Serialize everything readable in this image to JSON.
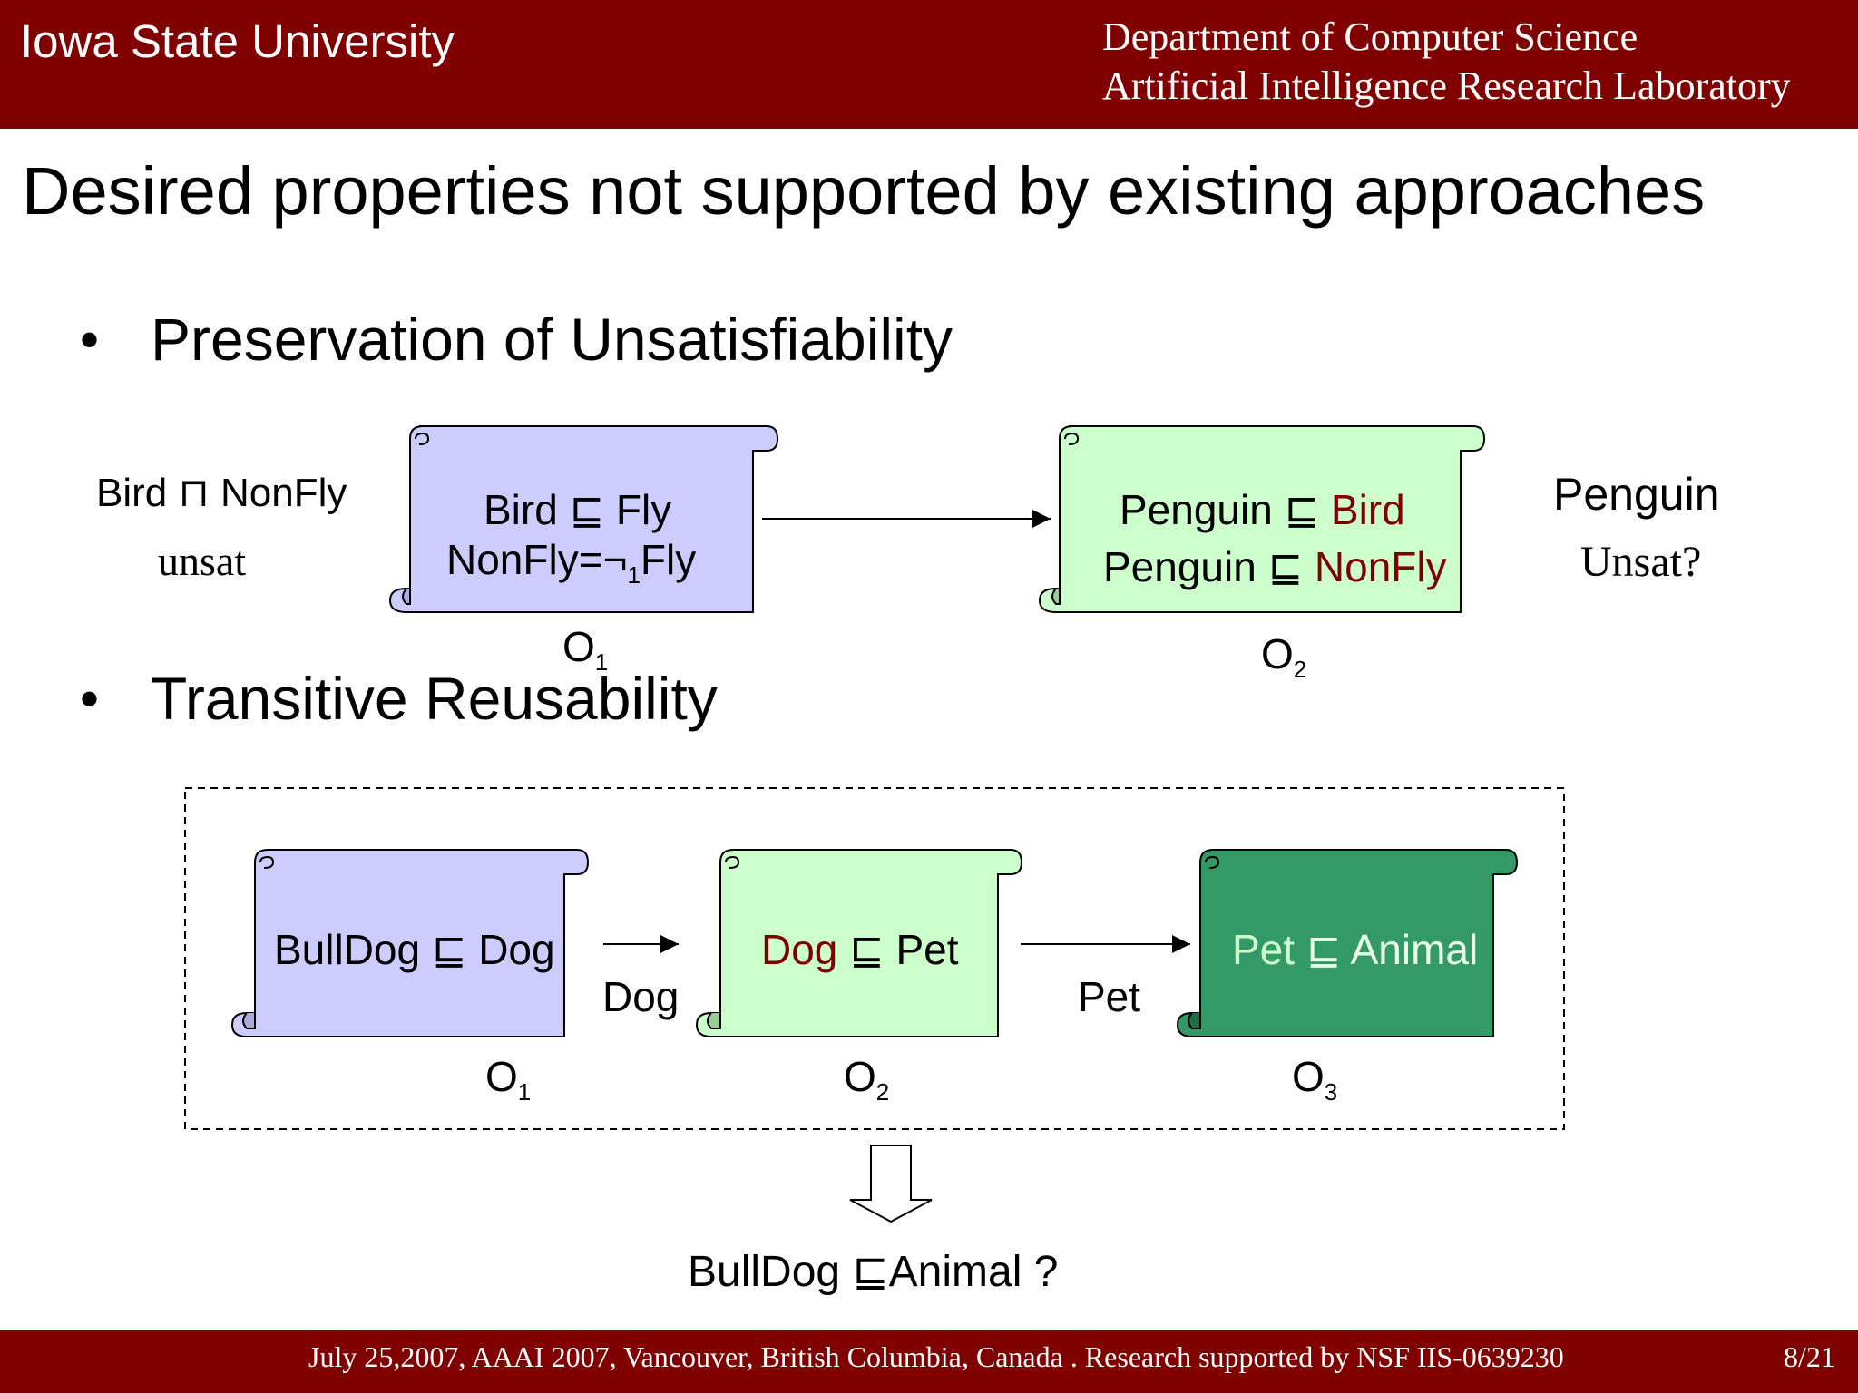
{
  "header": {
    "university": "Iowa State University",
    "department": "Department of Computer Science",
    "lab": "Artificial Intelligence Research Laboratory"
  },
  "slide": {
    "title": "Desired properties not supported by existing approaches"
  },
  "bullets": [
    "Preservation of Unsatisfiability",
    "Transitive Reusability"
  ],
  "section1": {
    "left_formula": "Bird ⊓ NonFly",
    "left_status": "unsat",
    "o1_line1": "Bird ⊑ Fly",
    "o1_line2_a": "NonFly=¬",
    "o1_line2_sub": "1",
    "o1_line2_b": "Fly",
    "o1_label": "O",
    "o1_sub": "1",
    "o2_line1_a": "Penguin ⊑ ",
    "o2_line1_b": "Bird",
    "o2_line2_a": "Penguin ⊑ ",
    "o2_line2_b": "NonFly",
    "o2_label": "O",
    "o2_sub": "2",
    "right_concept": "Penguin",
    "right_status": "Unsat?"
  },
  "section2": {
    "o1_text": "BullDog ⊑ Dog",
    "o1_label": "O",
    "o1_sub": "1",
    "arrow1_label": "Dog",
    "o2_text_a": "Dog",
    "o2_text_b": " ⊑ Pet",
    "o2_label": "O",
    "o2_sub": "2",
    "arrow2_label": "Pet",
    "o3_text_a": "Pet",
    "o3_text_b": " ⊑ Animal",
    "o3_label": "O",
    "o3_sub": "3",
    "conclusion": "BullDog ⊑Animal ?"
  },
  "footer": {
    "text": "July 25,2007,  AAAI 2007, Vancouver, British Columbia, Canada . Research supported by NSF IIS-0639230",
    "page": "8/21"
  },
  "colors": {
    "brand": "#800000",
    "scroll_blue": "#ccccff",
    "scroll_lightgreen": "#ccffcc",
    "scroll_darkgreen": "#339966"
  }
}
